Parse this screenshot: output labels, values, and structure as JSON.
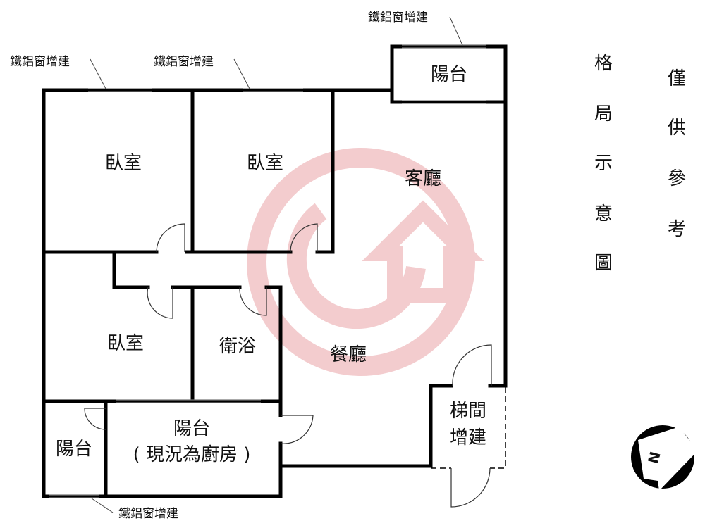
{
  "rooms": {
    "bedroom1": "臥室",
    "bedroom2": "臥室",
    "bedroom3": "臥室",
    "living": "客廳",
    "dining": "餐廳",
    "bathroom": "衛浴",
    "balcony_top": "陽台",
    "balcony_small": "陽台",
    "balcony_kitchen": "陽台",
    "balcony_kitchen_note": "( 現況為廚房 )",
    "stair_line1": "梯間",
    "stair_line2": "增建"
  },
  "annotations": {
    "window1": "鐵鋁窗增建",
    "window2": "鐵鋁窗增建",
    "window3": "鐵鋁窗增建",
    "window4": "鐵鋁窗增建"
  },
  "side_text": {
    "col1": [
      "格",
      "局",
      "示",
      "意",
      "圖"
    ],
    "col2": [
      "僅",
      "供",
      "參",
      "考"
    ]
  },
  "compass": {
    "label": "N"
  },
  "colors": {
    "watermark": "#f2c6c8",
    "wall": "#000000"
  }
}
